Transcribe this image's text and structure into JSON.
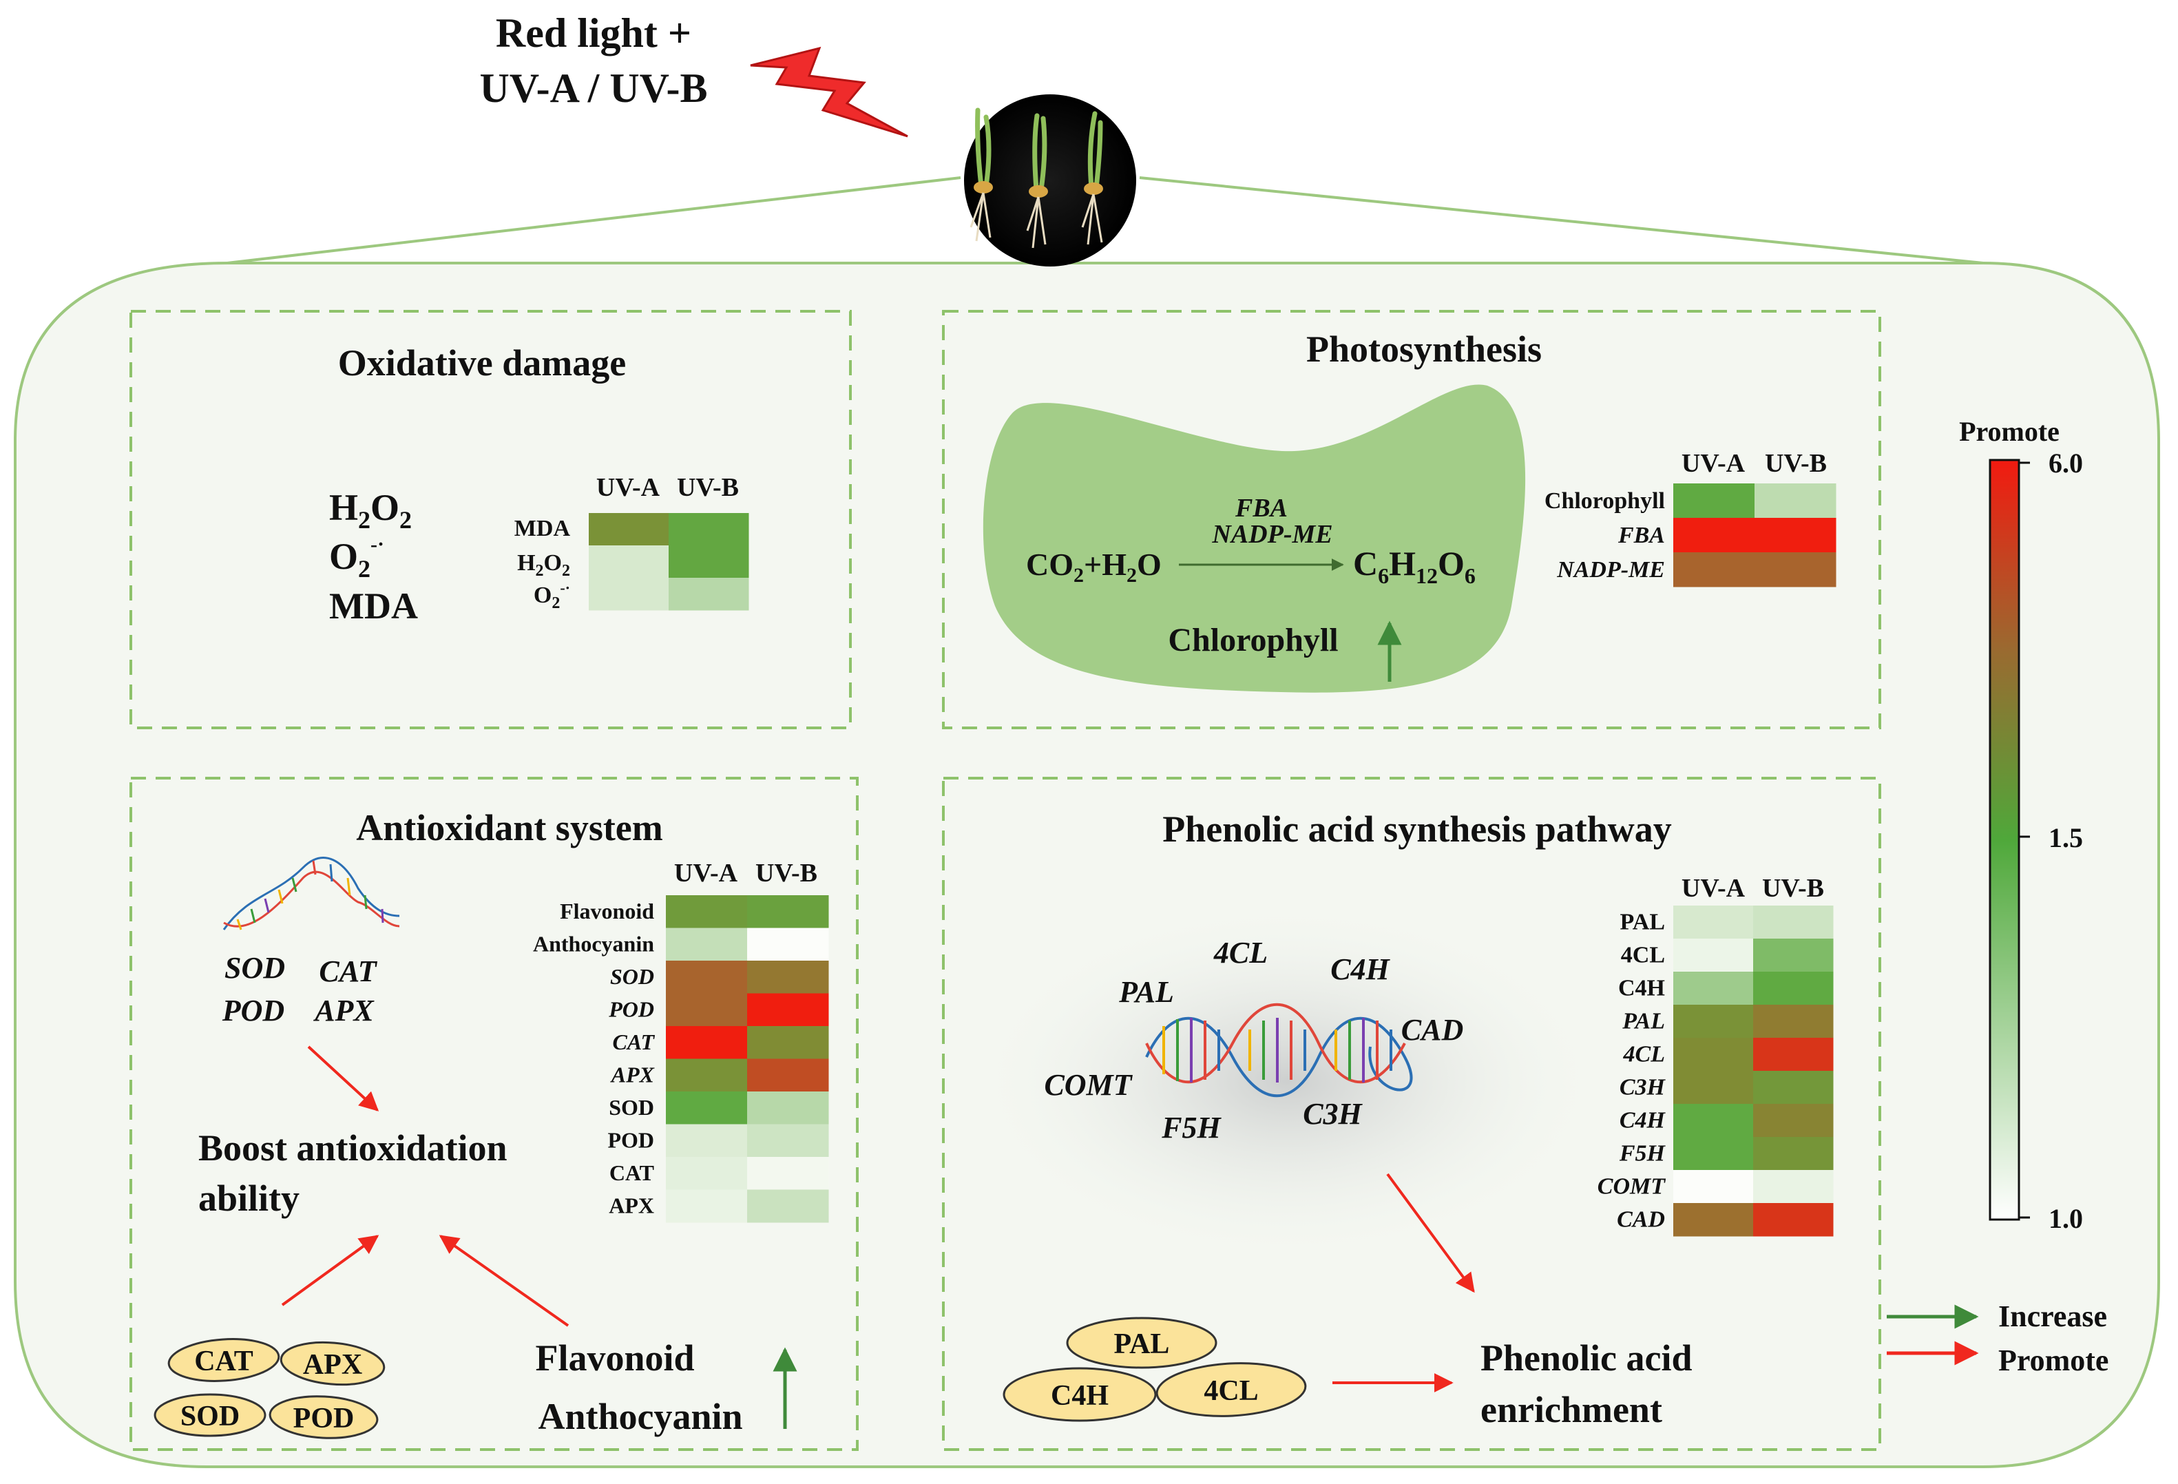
{
  "header": {
    "line1": "Red light +",
    "line2": "UV-A / UV-B"
  },
  "colors": {
    "panel_bg": "#f4f7f1",
    "panel_border": "#9dc87f",
    "box_dash": "#8ec26b",
    "blob": "#a3cd88",
    "increase_arrow": "#3f8a3a",
    "promote_arrow": "#f0281e",
    "enzyme_fill": "#fbe39a",
    "lightning": "#ef2b2b"
  },
  "colorbar": {
    "title": "Promote",
    "max_label": "6.0",
    "mid_label": "1.5",
    "min_label": "1.0",
    "max": 6.0,
    "mid": 1.5,
    "min": 1.0
  },
  "legend": {
    "increase": "Increase",
    "promote": "Promote"
  },
  "oxidative": {
    "title": "Oxidative damage",
    "markers": [
      "H",
      "2",
      "O",
      "2",
      "O",
      "2",
      "-·",
      "MDA"
    ],
    "heatmap": {
      "cols": [
        "UV-A",
        "UV-B"
      ],
      "rows": [
        {
          "base": "MDA",
          "sub": "",
          "sup": "",
          "values": [
            1.9,
            1.55
          ]
        },
        {
          "base": "H",
          "sub": "2",
          "base2": "O",
          "sub2": "2",
          "values": [
            1.12,
            1.55
          ]
        },
        {
          "base": "O",
          "sub": "2",
          "sup": "-·",
          "values": [
            1.12,
            1.22
          ]
        }
      ]
    }
  },
  "photosynthesis": {
    "title": "Photosynthesis",
    "reactant": {
      "a": "CO",
      "a_sub": "2",
      "b": "+H",
      "b_sub": "2",
      "c": "O"
    },
    "product": {
      "a": "C",
      "a_sub": "6",
      "b": "H",
      "b_sub": "12",
      "c": "O",
      "c_sub": "6"
    },
    "enzymes": [
      "FBA",
      "NADP-ME"
    ],
    "chlorophyll": "Chlorophyll",
    "heatmap": {
      "cols": [
        "UV-A",
        "UV-B"
      ],
      "rows": [
        {
          "label": "Chlorophyll",
          "italic": false,
          "values": [
            1.5,
            1.2
          ]
        },
        {
          "label": "FBA",
          "italic": true,
          "values": [
            6.0,
            6.0
          ]
        },
        {
          "label": "NADP-ME",
          "italic": true,
          "values": [
            3.0,
            3.0
          ]
        }
      ]
    }
  },
  "antioxidant": {
    "title": "Antioxidant system",
    "genes": [
      "SOD",
      "CAT",
      "POD",
      "APX"
    ],
    "boost": [
      "Boost antioxidation",
      "ability"
    ],
    "enzymes": [
      "CAT",
      "APX",
      "SOD",
      "POD"
    ],
    "metabolites": [
      "Flavonoid",
      "Anthocyanin"
    ],
    "heatmap": {
      "cols": [
        "UV-A",
        "UV-B"
      ],
      "rows": [
        {
          "label": "Flavonoid",
          "italic": false,
          "values": [
            1.75,
            1.65
          ]
        },
        {
          "label": "Anthocyanin",
          "italic": false,
          "values": [
            1.18,
            1.0
          ]
        },
        {
          "label": "SOD",
          "italic": true,
          "values": [
            3.0,
            2.5
          ]
        },
        {
          "label": "POD",
          "italic": true,
          "values": [
            3.0,
            6.0
          ]
        },
        {
          "label": "CAT",
          "italic": true,
          "values": [
            6.0,
            2.0
          ]
        },
        {
          "label": "APX",
          "italic": true,
          "values": [
            1.9,
            4.0
          ]
        },
        {
          "label": "SOD",
          "italic": false,
          "values": [
            1.5,
            1.22
          ]
        },
        {
          "label": "POD",
          "italic": false,
          "values": [
            1.1,
            1.15
          ]
        },
        {
          "label": "CAT",
          "italic": false,
          "values": [
            1.08,
            1.03
          ]
        },
        {
          "label": "APX",
          "italic": false,
          "values": [
            1.06,
            1.16
          ]
        }
      ]
    }
  },
  "phenolic": {
    "title": "Phenolic acid synthesis pathway",
    "genes": [
      "4CL",
      "PAL",
      "C4H",
      "CAD",
      "COMT",
      "F5H",
      "C3H"
    ],
    "enzymes": [
      "PAL",
      "C4H",
      "4CL"
    ],
    "result": [
      "Phenolic acid",
      "enrichment"
    ],
    "heatmap": {
      "cols": [
        "UV-A",
        "UV-B"
      ],
      "rows": [
        {
          "label": "PAL",
          "italic": false,
          "values": [
            1.12,
            1.15
          ]
        },
        {
          "label": "4CL",
          "italic": false,
          "values": [
            1.05,
            1.4
          ]
        },
        {
          "label": "C4H",
          "italic": false,
          "values": [
            1.3,
            1.5
          ]
        },
        {
          "label": "PAL",
          "italic": true,
          "values": [
            1.9,
            2.4
          ]
        },
        {
          "label": "4CL",
          "italic": true,
          "values": [
            2.0,
            5.0
          ]
        },
        {
          "label": "C3H",
          "italic": true,
          "values": [
            2.0,
            1.8
          ]
        },
        {
          "label": "C4H",
          "italic": true,
          "values": [
            1.5,
            2.2
          ]
        },
        {
          "label": "F5H",
          "italic": true,
          "values": [
            1.5,
            1.85
          ]
        },
        {
          "label": "COMT",
          "italic": true,
          "values": [
            1.0,
            1.06
          ]
        },
        {
          "label": "CAD",
          "italic": true,
          "values": [
            2.7,
            5.0
          ]
        }
      ]
    }
  }
}
